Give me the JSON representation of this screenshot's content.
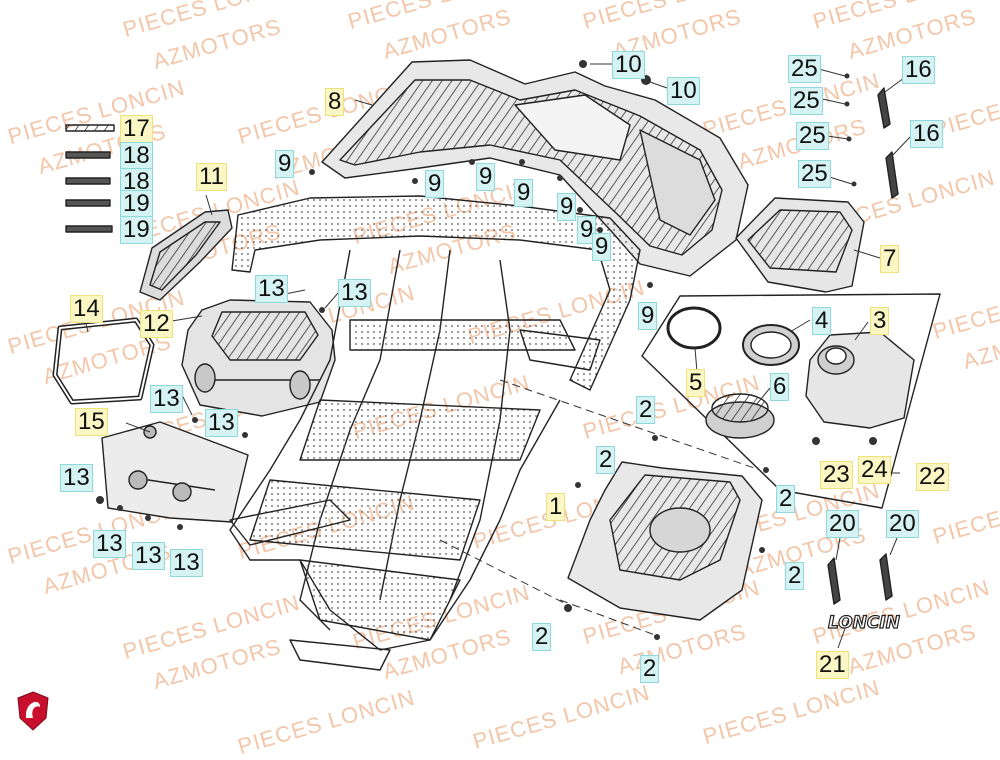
{
  "watermark": {
    "line1": "PIECES LONCIN",
    "line2": "AZMOTORS"
  },
  "brand_badge": {
    "icon": "azmotors-logo-badge",
    "color": "#c8102e"
  },
  "decal_text": "LONCIN",
  "callouts": {
    "p1": "1",
    "p2": "2",
    "p3": "3",
    "p4": "4",
    "p5": "5",
    "p6": "6",
    "p7": "7",
    "p8": "8",
    "p9": "9",
    "p10": "10",
    "p11": "11",
    "p12": "12",
    "p13": "13",
    "p14": "14",
    "p15": "15",
    "p16": "16",
    "p17": "17",
    "p18": "18",
    "p19": "19",
    "p20": "20",
    "p21": "21",
    "p22": "22",
    "p23": "23",
    "p24": "24",
    "p25": "25"
  },
  "colors": {
    "line": "#222222",
    "yellow_tag": "#fbf7c4",
    "cyan_tag": "#d6f3f4",
    "watermark": "#f3c6a9"
  }
}
